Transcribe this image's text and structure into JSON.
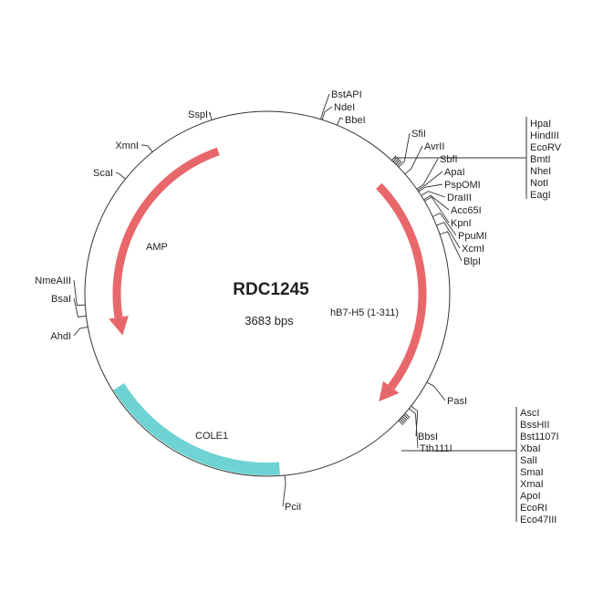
{
  "plasmid": {
    "name": "RDC1245",
    "size": "3683 bps"
  },
  "features": [
    {
      "name": "AMP",
      "color": "#e8676a",
      "direction": "ccw"
    },
    {
      "name": "hB7-H5 (1-311)",
      "color": "#e8676a",
      "direction": "cw"
    },
    {
      "name": "COLE1",
      "color": "#6fd3d3",
      "direction": "none"
    }
  ],
  "sites": [
    "BstAPI",
    "NdeI",
    "BbeI",
    "SspI",
    "XmnI",
    "ScaI",
    "NmeAIII",
    "BsaI",
    "AhdI",
    "PciI",
    "PasI",
    "BbsI",
    "Tth111I",
    "SfiI",
    "AvrII",
    "SbfI",
    "ApaI",
    "PspOMI",
    "DraIII",
    "Acc65I",
    "KpnI",
    "PpuMI",
    "XcmI",
    "BlpI"
  ],
  "cluster_top": [
    "HpaI",
    "HindIII",
    "EcoRV",
    "BmtI",
    "NheI",
    "NotI",
    "EagI"
  ],
  "cluster_bottom": [
    "AscI",
    "BssHII",
    "Bst1107I",
    "XbaI",
    "SalI",
    "SmaI",
    "XmaI",
    "ApoI",
    "EcoRI",
    "Eco47III"
  ]
}
